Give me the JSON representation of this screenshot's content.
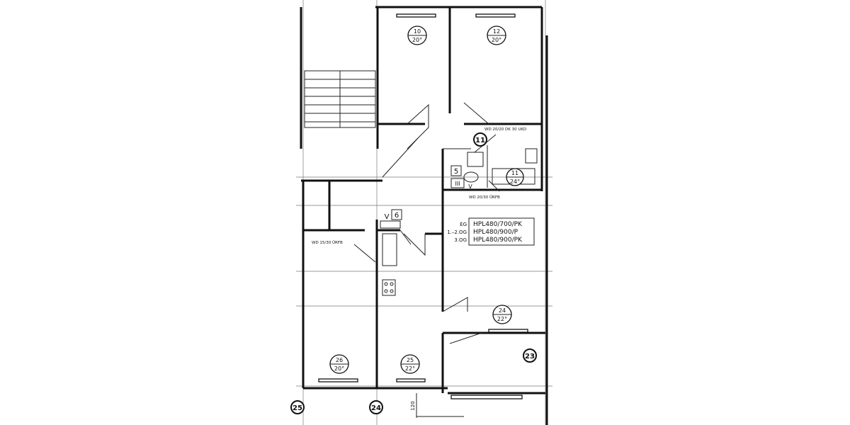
{
  "rooms": [
    {
      "num": "10",
      "temp": "20°"
    },
    {
      "num": "12",
      "temp": "20°"
    },
    {
      "num": "11",
      "temp": "24°"
    },
    {
      "num": "24",
      "temp": "22°"
    },
    {
      "num": "26",
      "temp": "20°"
    },
    {
      "num": "25",
      "temp": "22°"
    }
  ],
  "axis_markers": [
    "11",
    "23",
    "24",
    "25"
  ],
  "tags": {
    "bath_box": "5",
    "bath_roman": "III",
    "bath_v": "V",
    "kitchen_box": "6",
    "kitchen_v": "V"
  },
  "notes": {
    "bath_wall_upper": "WD 20/20 DK 30 UKD",
    "bath_wall_lower": "WD 20/30 ÜRFB",
    "kitchen_wall": "WD 15/30 ÜRFB"
  },
  "legend": [
    {
      "floor": "EG",
      "spec": "HPL480/700/PK"
    },
    {
      "floor": "1.–2.OG",
      "spec": "HPL480/900/P"
    },
    {
      "floor": "3.OG",
      "spec": "HPL480/900/PK"
    }
  ],
  "dimension": "120"
}
